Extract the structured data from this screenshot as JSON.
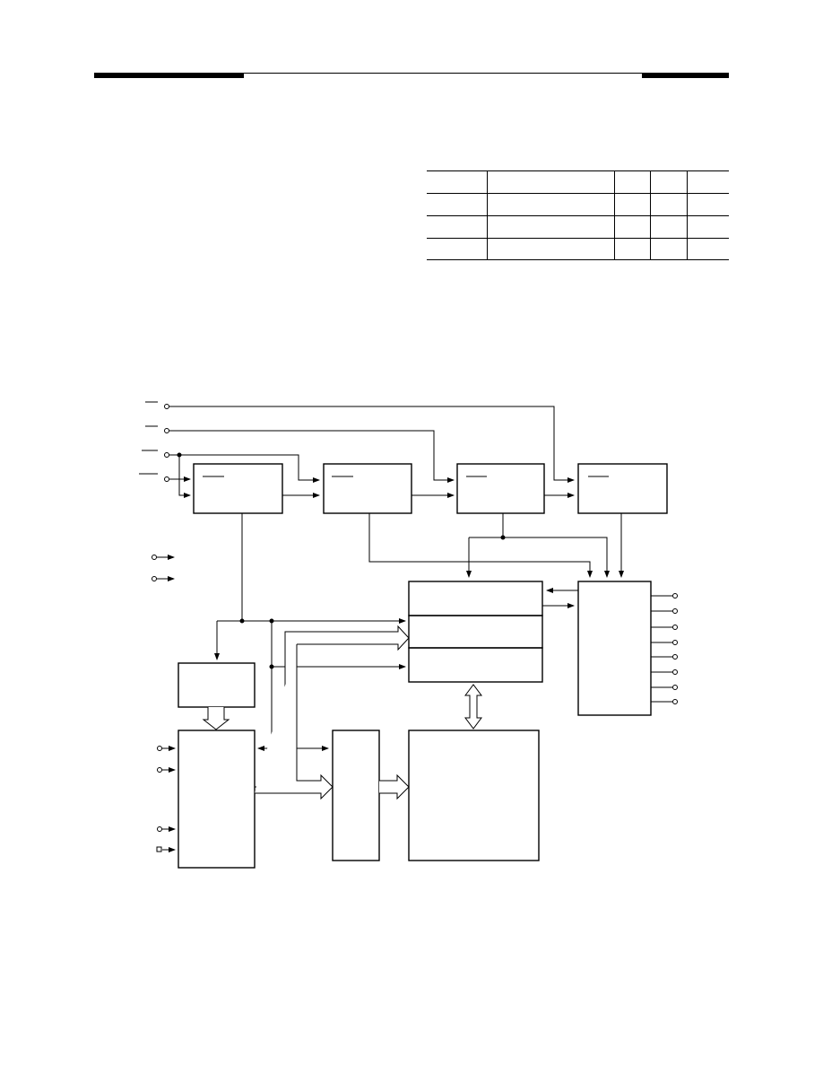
{
  "header": {
    "left_bar": "solid-black-bar",
    "right_bar": "solid-black-bar",
    "rule": "thin-rule"
  },
  "table": {
    "columns": 5,
    "rows": 4
  },
  "diagram": {
    "block_count": 13,
    "colors": {
      "stroke": "#000000",
      "background": "#ffffff"
    }
  }
}
